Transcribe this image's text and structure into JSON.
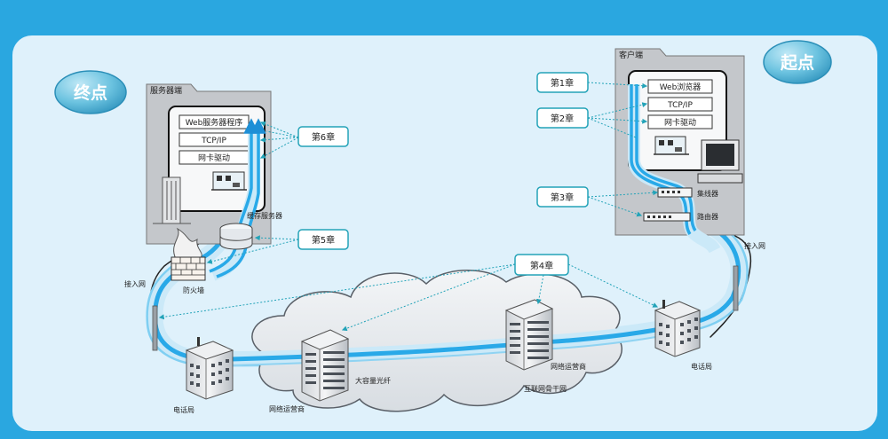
{
  "badges": {
    "start": "起点",
    "end": "终点"
  },
  "server": {
    "title": "服务器端",
    "layers": [
      "Web服务器程序",
      "TCP/IP",
      "网卡驱动"
    ],
    "cache": "缓存服务器",
    "firewall": "防火墙",
    "access": "接入网"
  },
  "client": {
    "title": "客户端",
    "layers": [
      "Web浏览器",
      "TCP/IP",
      "网卡驱动"
    ],
    "hub": "集线器",
    "router": "路由器",
    "access": "接入网"
  },
  "chapters": {
    "c1": "第1章",
    "c2": "第2章",
    "c3": "第3章",
    "c4": "第4章",
    "c5": "第5章",
    "c6": "第6章"
  },
  "network": {
    "phone_left": "电话局",
    "phone_right": "电话局",
    "isp_left": "网络运营商",
    "isp_right": "网络运营商",
    "fiber": "大容量光纤",
    "backbone": "互联网骨干网"
  },
  "colors": {
    "frame": "#2aa7e0",
    "panel": "#dff1fb",
    "flow": "#29a9e8",
    "flow_light": "#bfe6fa",
    "badge": "#5bb8d8"
  }
}
